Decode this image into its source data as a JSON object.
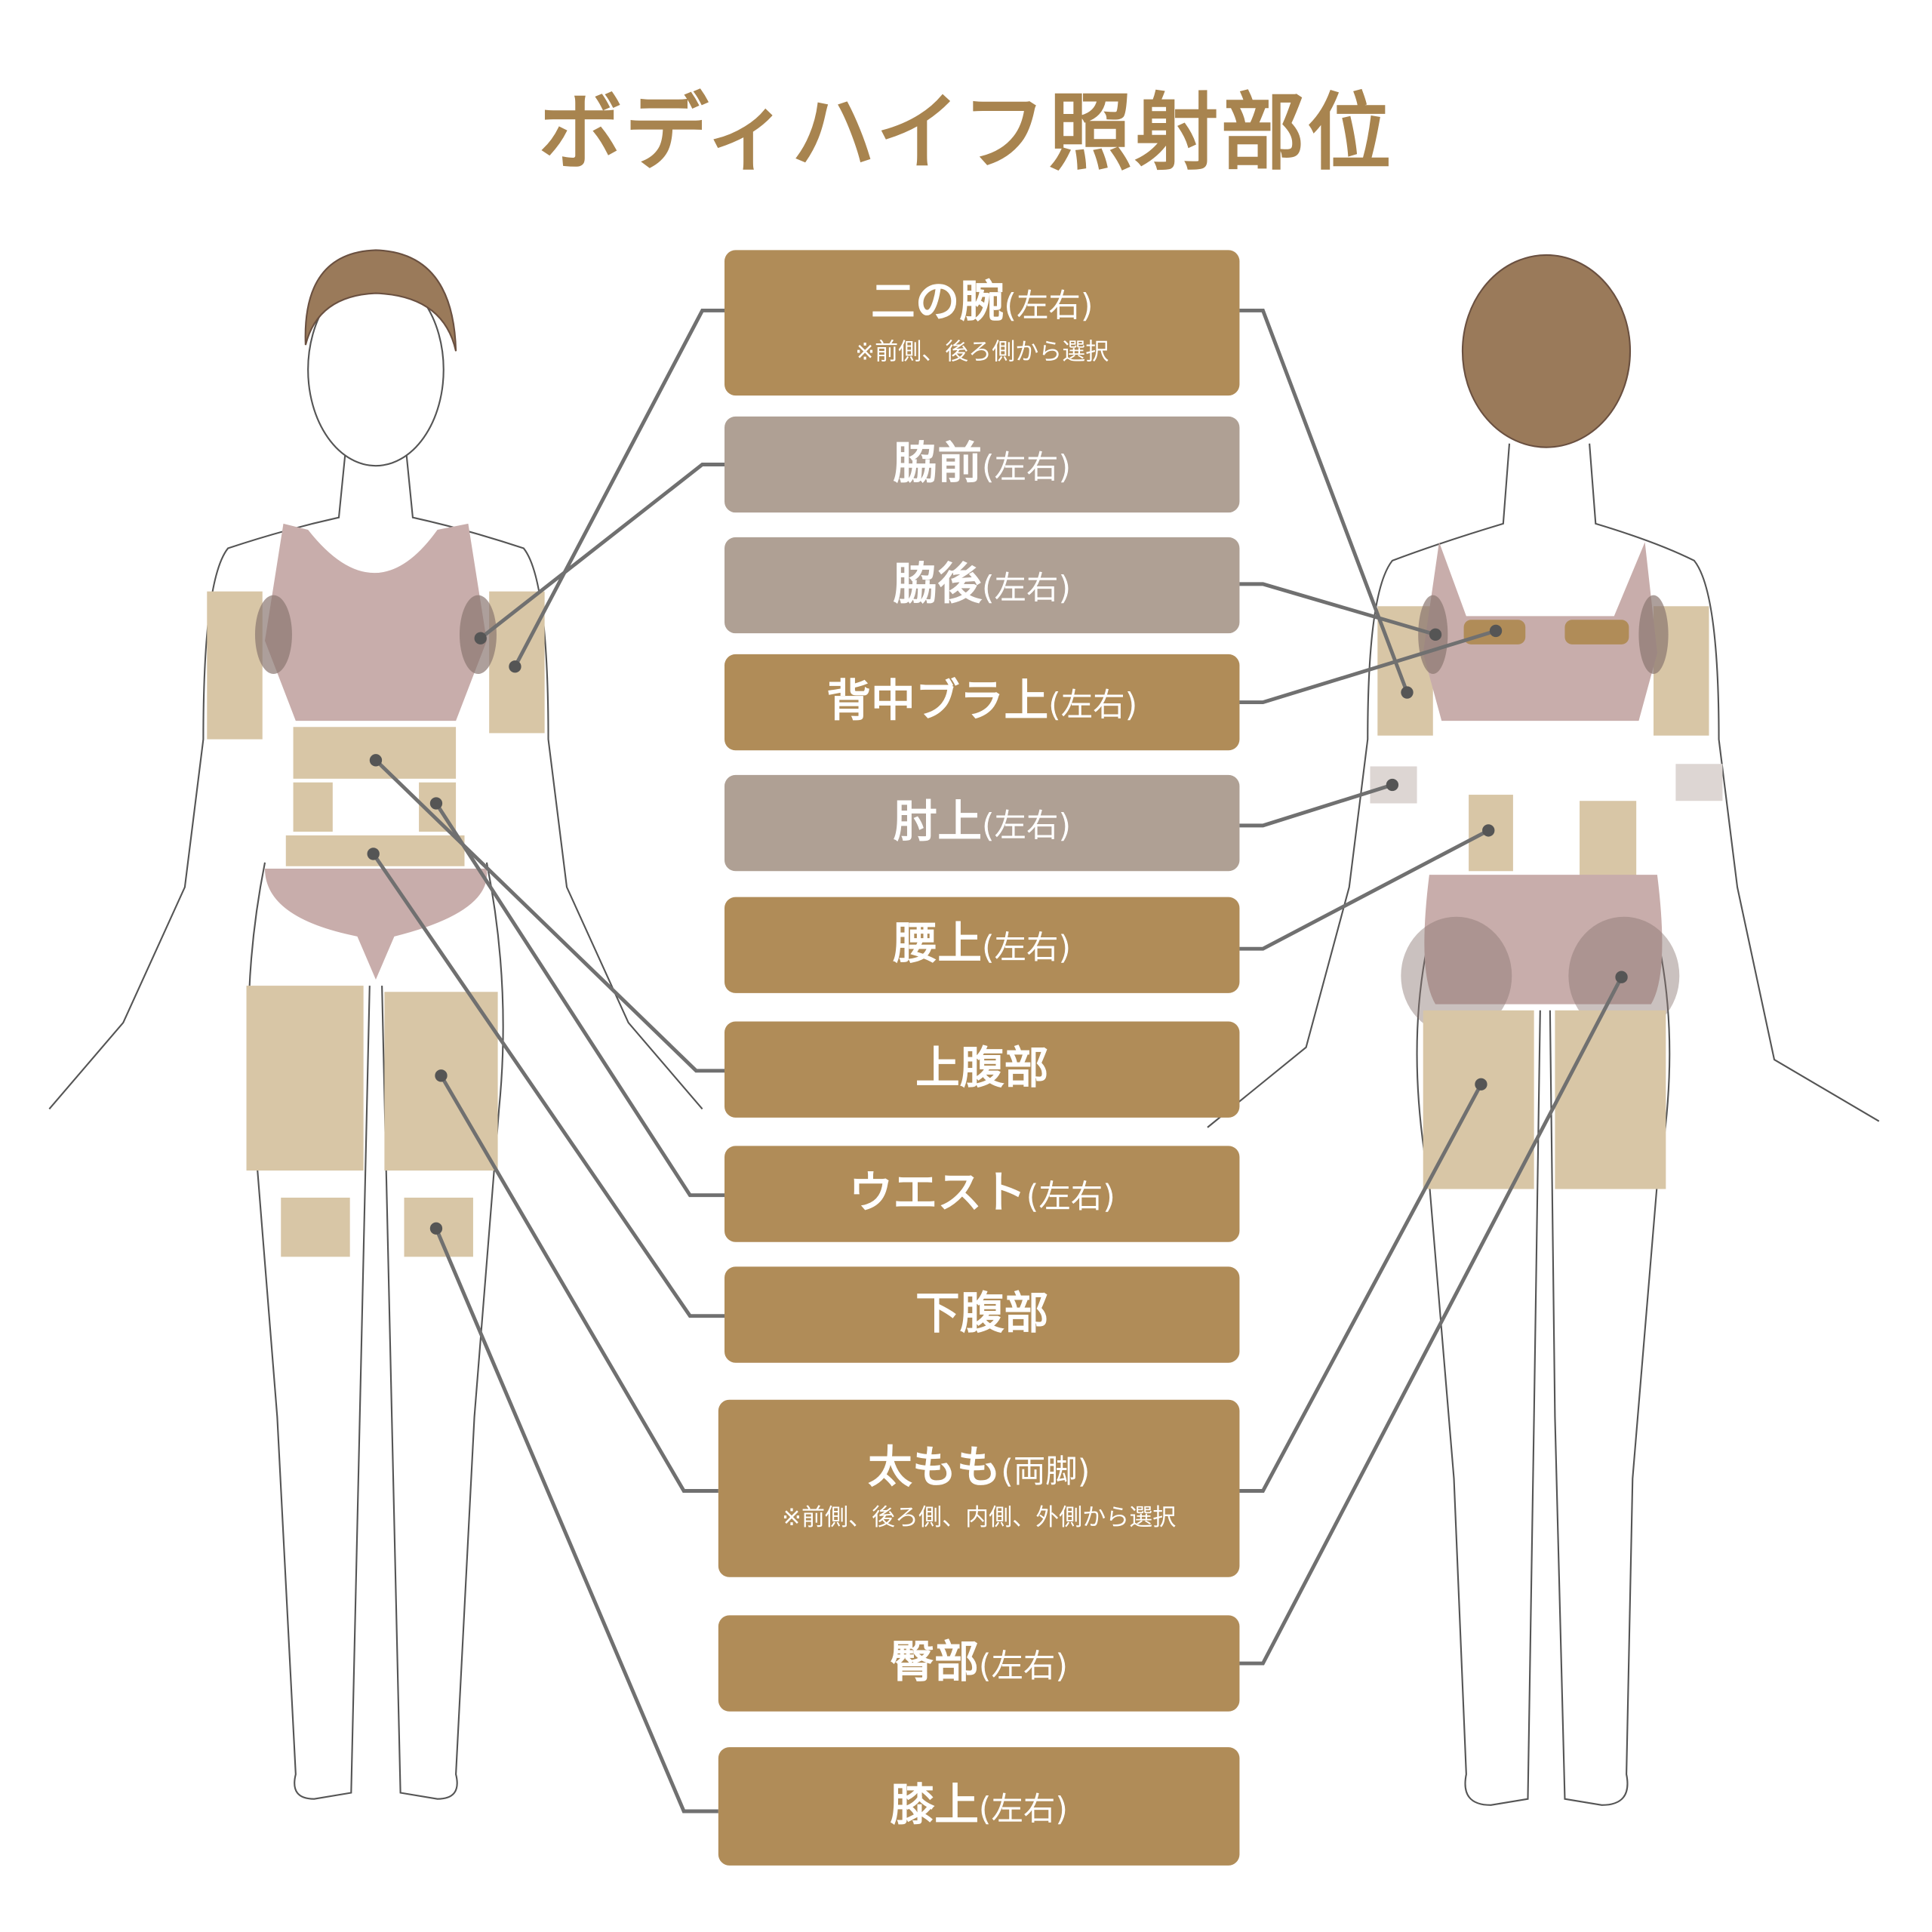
{
  "title": "ボディハイフ照射部位",
  "colors": {
    "title": "#a8844f",
    "box_gold": "#b08c58",
    "box_gray": "#afa094",
    "zone": "#d8c6a6",
    "underwear": "#c8adab",
    "line": "#707070"
  },
  "areas": [
    {
      "name": "二の腕",
      "suffix": "(左右)",
      "note": "※前側、後ろ側から選択",
      "color": "gold"
    },
    {
      "name": "脇前",
      "suffix": "(左右)",
      "color": "gray"
    },
    {
      "name": "脇後",
      "suffix": "(左右)",
      "color": "gray"
    },
    {
      "name": "背中ブラ上",
      "suffix": "(左右)",
      "color": "gold"
    },
    {
      "name": "肘上",
      "suffix": "(左右)",
      "color": "gray"
    },
    {
      "name": "腰上",
      "suffix": "(左右)",
      "color": "gold"
    },
    {
      "name": "上腹部",
      "suffix": "",
      "color": "gold"
    },
    {
      "name": "ウエスト",
      "suffix": "(左右)",
      "color": "gold"
    },
    {
      "name": "下腹部",
      "suffix": "",
      "color": "gold"
    },
    {
      "name": "太もも",
      "suffix": "(両脚)",
      "note": "※前側、後ろ側、内側、外側から選択",
      "color": "gold"
    },
    {
      "name": "臀部",
      "suffix": "(左右)",
      "color": "gold"
    },
    {
      "name": "膝上",
      "suffix": "(左右)",
      "color": "gold"
    }
  ]
}
